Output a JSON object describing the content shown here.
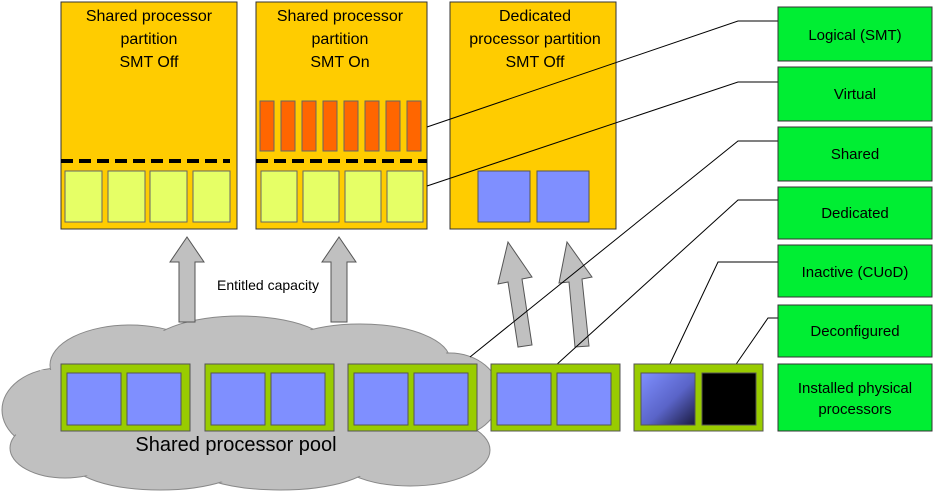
{
  "partitions": [
    {
      "lines": [
        "Shared processor",
        "partition",
        "SMT Off"
      ]
    },
    {
      "lines": [
        "Shared processor",
        "partition",
        "SMT On"
      ]
    },
    {
      "lines": [
        "Dedicated",
        "processor partition",
        "SMT Off"
      ]
    }
  ],
  "labels": {
    "entitled_capacity": "Entitled capacity",
    "pool": "Shared processor pool"
  },
  "legend": [
    {
      "lines": [
        "Logical (SMT)"
      ]
    },
    {
      "lines": [
        "Virtual"
      ]
    },
    {
      "lines": [
        "Shared"
      ]
    },
    {
      "lines": [
        "Dedicated"
      ]
    },
    {
      "lines": [
        "Inactive (CUoD)"
      ]
    },
    {
      "lines": [
        "Deconfigured"
      ]
    },
    {
      "lines": [
        "Installed physical",
        "processors"
      ]
    }
  ],
  "colors": {
    "partition_fill": "#ffcc00",
    "virtual_fill": "#e6ff66",
    "logical_fill": "#ff6600",
    "processor_fill": "#7f8fff",
    "chip_frame": "#99cc00",
    "legend_fill": "#00ee33",
    "cloud_fill": "#c0c0c0",
    "arrow_fill": "#c0c0c0",
    "deconfigured_fill": "#000000"
  }
}
